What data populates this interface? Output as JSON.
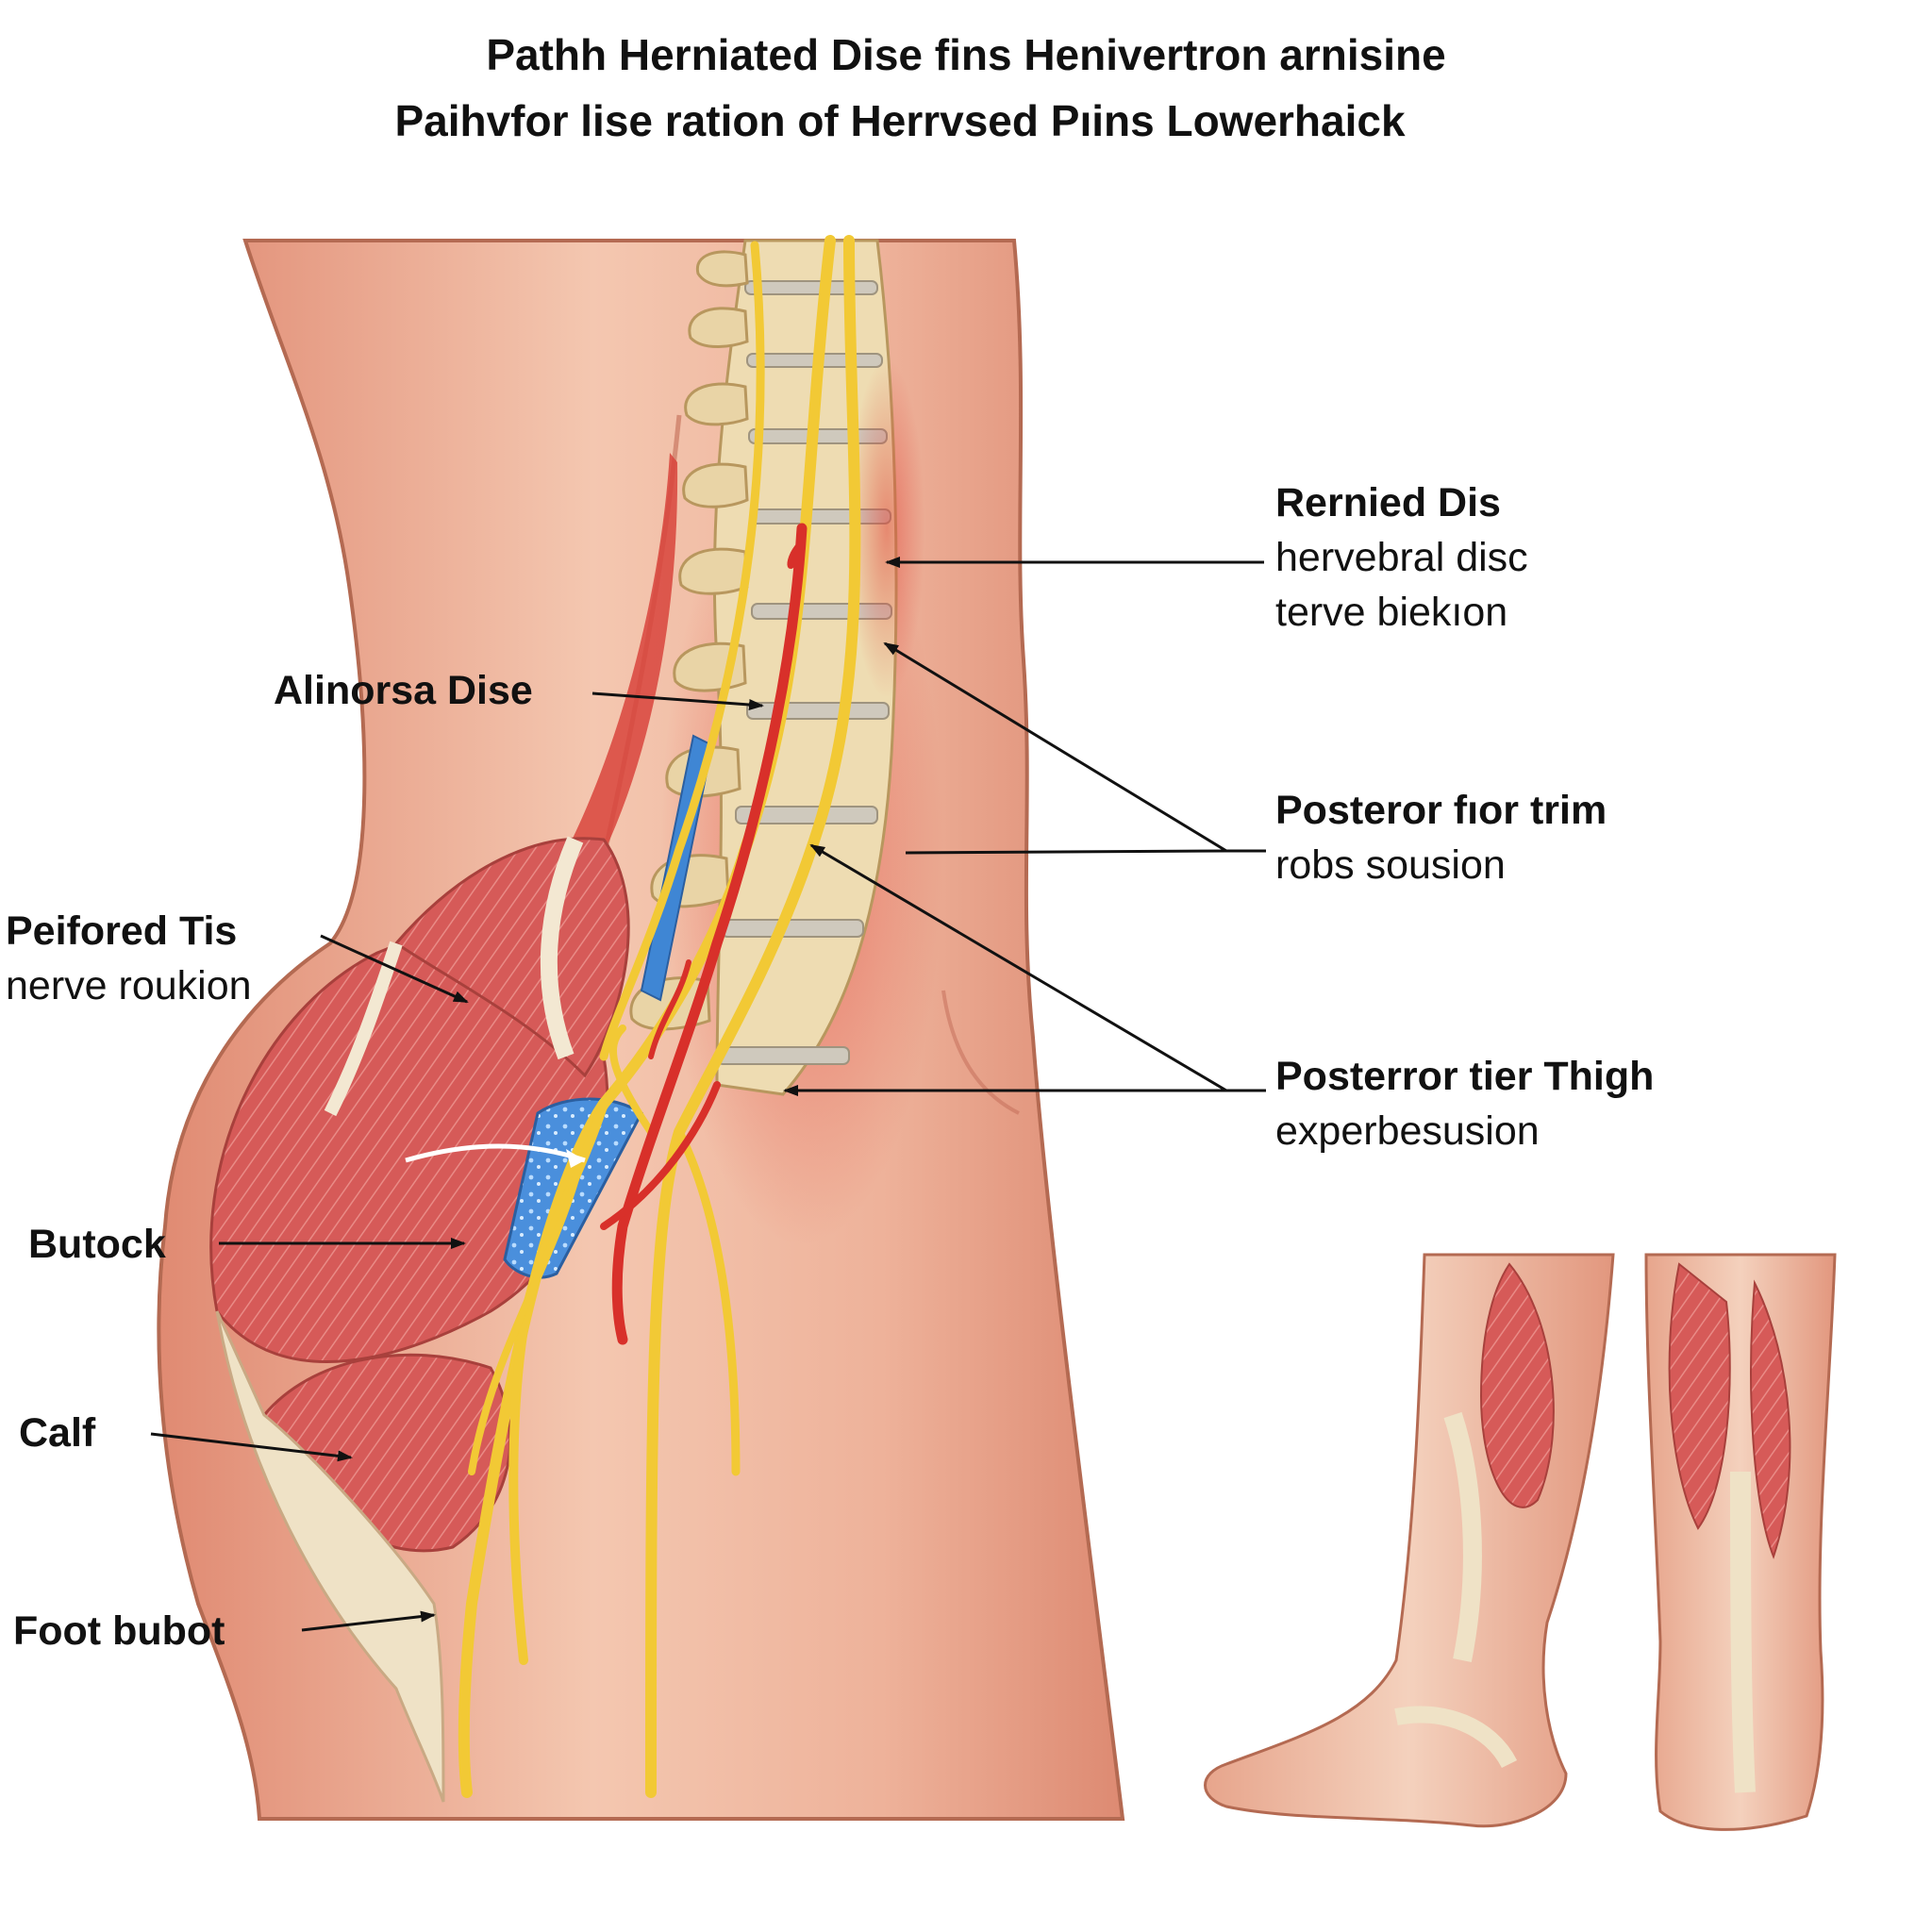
{
  "title": {
    "line1": "Pathh Herniated Dise fins Henivertron arnisine",
    "line2": "Paihvfor lise ration of Herrvsed Pıins Lowerhaick"
  },
  "labels": {
    "rernied_dis": {
      "line1": "Rernied Dis",
      "line2": "hervebral disc",
      "line3": "terve biekıon"
    },
    "alinorsa_dise": {
      "line1": "Alinorsa Dise"
    },
    "posteror_trim": {
      "line1": "Posteror fıor trim",
      "line2": "robs sousion"
    },
    "peifored_tis": {
      "line1": "Peifored Tis",
      "line2": "nerve roukion"
    },
    "posterror_thigh": {
      "line1": "Posterror tier Thigh",
      "line2": "experbesusion"
    },
    "butock": {
      "line1": "Butock"
    },
    "calf": {
      "line1": "Calf"
    },
    "foot_bubot": {
      "line1": "Foot bubot"
    }
  },
  "colors": {
    "skin": "#e9a48c",
    "skin_light": "#f3cbb5",
    "skin_outline": "#b46a52",
    "bone": "#eedcb2",
    "disc": "#cfc9bd",
    "muscle": "#d9605e",
    "tendon": "#efe2c6",
    "nerve_yellow": "#f2c935",
    "nerve_red": "#d8302a",
    "herniation_blue": "#3f86d4",
    "inflammation": "#e45a4a"
  }
}
